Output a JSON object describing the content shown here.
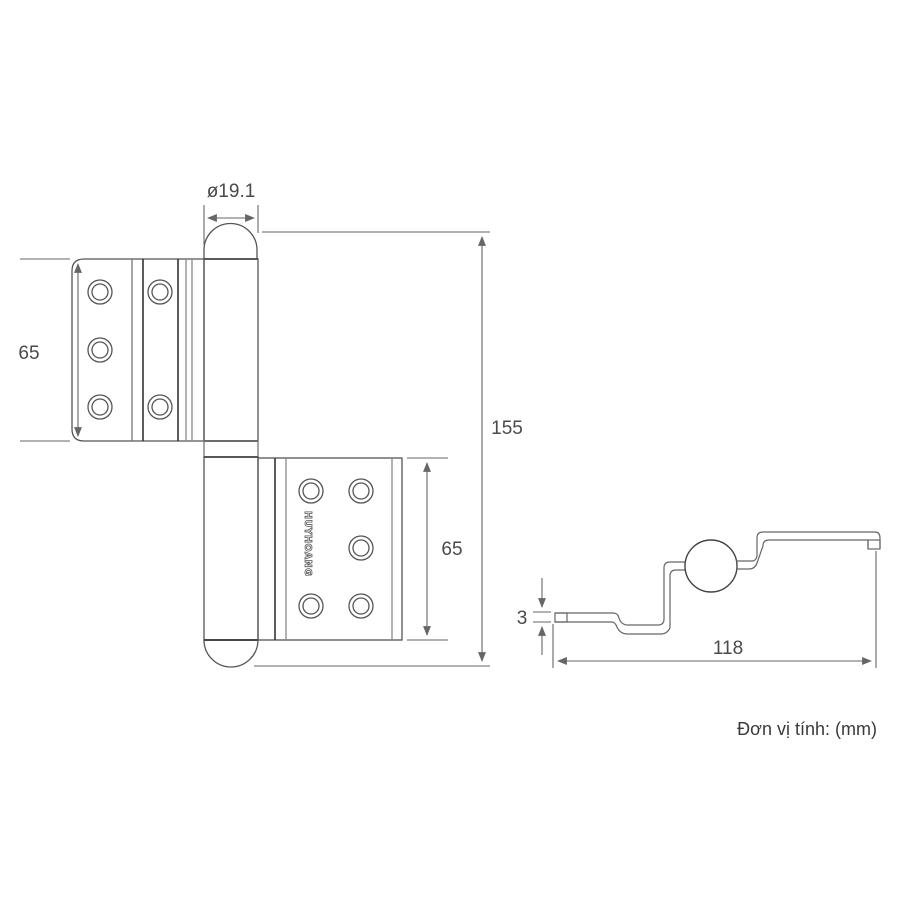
{
  "drawing": {
    "title": "Door hinge technical drawing",
    "colors": {
      "outline": "#555555",
      "dimension": "#666666",
      "text": "#4a4a4a",
      "background": "#ffffff"
    },
    "dimensions": {
      "pin_diameter": "ø19.1",
      "upper_leaf_height": "65",
      "lower_leaf_height": "65",
      "total_height": "155",
      "leaf_thickness": "3",
      "profile_width": "118"
    },
    "brand_mark": "HUYHOANG",
    "unit_note": "Đơn vị tính: (mm)",
    "views": [
      {
        "name": "front-view",
        "upper_leaf_holes": 6,
        "lower_leaf_holes": 5
      },
      {
        "name": "side-profile-view"
      }
    ]
  }
}
